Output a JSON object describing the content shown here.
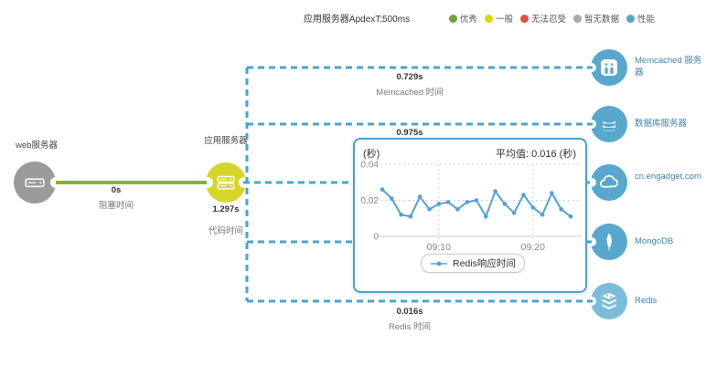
{
  "title": "应用服务器ApdexT:500ms",
  "legend": {
    "items": [
      {
        "label": "优秀",
        "color": "#6fa43c"
      },
      {
        "label": "一般",
        "color": "#ded900"
      },
      {
        "label": "无法忍受",
        "color": "#df4f44"
      },
      {
        "label": "暂无数据",
        "color": "#a9a9a9"
      },
      {
        "label": "性能",
        "color": "#55a6cc"
      }
    ]
  },
  "colors": {
    "accent_blue": "#4aa2d4",
    "chart_line": "#54a0d9",
    "edge_dash": "#4aa5cf",
    "healthy_green": "#85b42e",
    "node_blue": "#58a7cd",
    "node_blue_light": "#7cbcdb",
    "node_yellow": "#d6d52b",
    "node_gray": "#9b9b9b",
    "node_label_blue": "#3e85ad"
  },
  "nodes": {
    "web_server": {
      "label": "web服务器",
      "color": "#9b9b9b",
      "icon": "server-icon"
    },
    "app_server": {
      "label": "应用服务器",
      "value": "1.297s",
      "metric": "代码时间",
      "color": "#d6d52b",
      "icon": "server-stack-icon"
    },
    "memcached": {
      "label": "Memcached 服务器",
      "color": "#58a7cd",
      "icon": "memcached-icon"
    },
    "database": {
      "label": "数据库服务器",
      "color": "#58a7cd",
      "icon": "database-icon"
    },
    "engadget": {
      "label": "cn.engadget.com",
      "color": "#58a7cd",
      "icon": "cloud-icon"
    },
    "mongodb": {
      "label": "MongoDB",
      "color": "#58a7cd",
      "icon": "mongodb-leaf-icon"
    },
    "redis": {
      "label": "Redis",
      "color": "#7cbcdb",
      "icon": "redis-stack-icon"
    }
  },
  "edges": {
    "web_app": {
      "value": "0s",
      "metric": "阻塞时间"
    },
    "memcached": {
      "value": "0.729s",
      "metric": "Memcached 时间"
    },
    "database": {
      "value": "0.975s"
    },
    "redis": {
      "value": "0.016s",
      "metric": "Redis 时间"
    }
  },
  "popup": {
    "unit_label": "(秒)",
    "average_label": "平均值: 0.016 (秒)",
    "legend_label": "Redis响应时间"
  },
  "chart_data": {
    "type": "line",
    "title": "平均值: 0.016 (秒)",
    "ylabel": "(秒)",
    "legend_position": "bottom",
    "grid": "dotted",
    "ylim": [
      0,
      0.04
    ],
    "yticks": [
      {
        "label": "0.04",
        "value": 0.04
      },
      {
        "label": "0.02",
        "value": 0.02
      },
      {
        "label": "0",
        "value": 0
      }
    ],
    "x": [
      "09:04",
      "09:05",
      "09:06",
      "09:07",
      "09:08",
      "09:09",
      "09:10",
      "09:11",
      "09:12",
      "09:13",
      "09:14",
      "09:15",
      "09:16",
      "09:17",
      "09:18",
      "09:19",
      "09:20",
      "09:21",
      "09:22",
      "09:23",
      "09:24"
    ],
    "xticks": [
      "09:10",
      "09:20"
    ],
    "series": [
      {
        "name": "Redis响应时间",
        "values": [
          0.026,
          0.021,
          0.012,
          0.011,
          0.022,
          0.015,
          0.018,
          0.019,
          0.015,
          0.019,
          0.02,
          0.011,
          0.025,
          0.018,
          0.013,
          0.023,
          0.016,
          0.012,
          0.024,
          0.015,
          0.011
        ]
      }
    ],
    "average": 0.016
  }
}
